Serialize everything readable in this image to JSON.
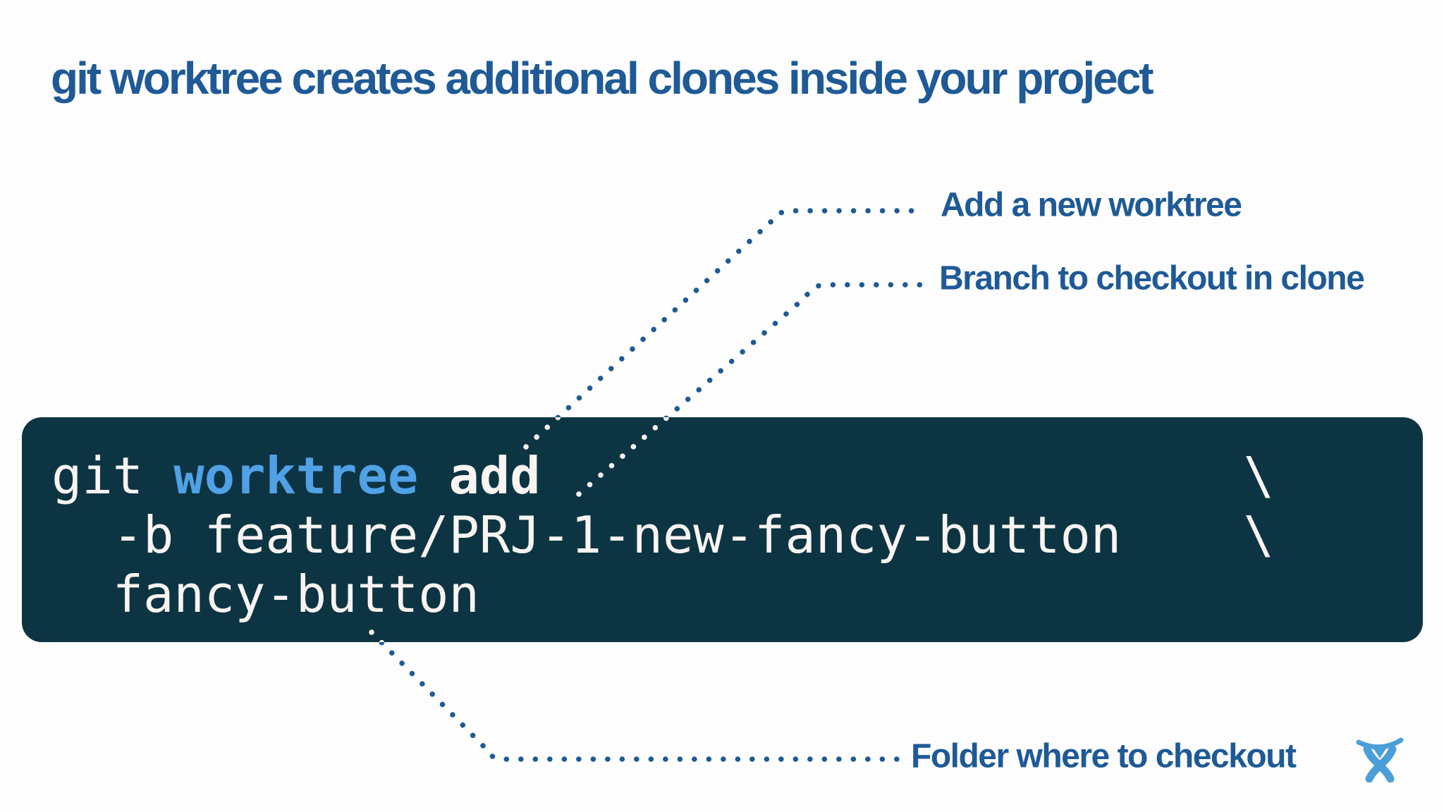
{
  "title": {
    "text": "git worktree creates additional clones inside your project"
  },
  "annotations": {
    "add": {
      "label": "Add a new worktree"
    },
    "branch": {
      "label": "Branch to checkout in clone"
    },
    "folder": {
      "label": "Folder where to checkout"
    }
  },
  "terminal": {
    "lines": [
      {
        "tokens": [
          {
            "text": "git ",
            "style": "plain"
          },
          {
            "text": "worktree",
            "style": "keyword"
          },
          {
            "text": " ",
            "style": "plain"
          },
          {
            "text": "add",
            "style": "bold"
          },
          {
            "text": "                       \\",
            "style": "plain"
          }
        ]
      },
      {
        "tokens": [
          {
            "text": "  -b feature/PRJ-1-new-fancy-button    \\",
            "style": "plain"
          }
        ]
      },
      {
        "tokens": [
          {
            "text": "  fancy-button",
            "style": "plain"
          }
        ]
      }
    ]
  },
  "logo": {
    "name": "atlassian-logo"
  },
  "colors": {
    "accent-blue": "#1f5a96",
    "code-bg": "#0d3442",
    "code-text": "#f8f4f2",
    "keyword-blue": "#50a1e6",
    "logo-blue": "#4b9fd8",
    "page-bg": "#fdfdfd"
  }
}
